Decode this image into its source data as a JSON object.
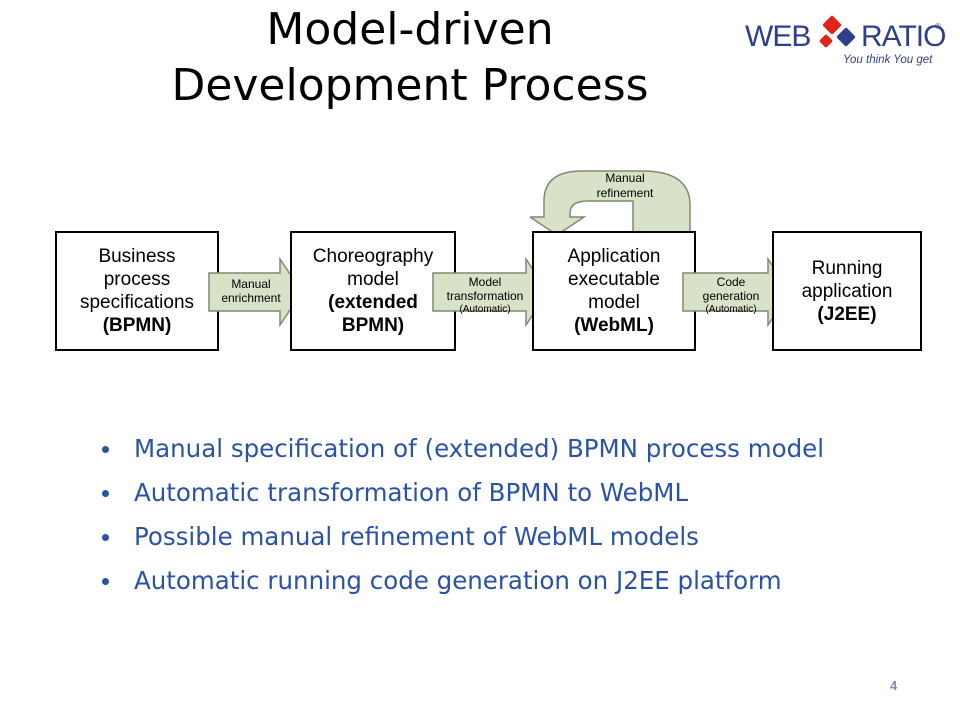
{
  "slide": {
    "title_line1": "Model-driven",
    "title_line2": "Development Process",
    "page_number": "4"
  },
  "logo": {
    "part1": "WEB",
    "part2": "RATIO",
    "registered": "®",
    "tagline": "You think You get",
    "colors": {
      "red": "#e2231a",
      "blue": "#2f3f8f"
    }
  },
  "diagram": {
    "boxes": [
      {
        "lines": [
          "Business",
          "process",
          "specifications"
        ],
        "bold": "(BPMN)"
      },
      {
        "lines": [
          "Choreography",
          "model"
        ],
        "bold_lines": [
          "(extended",
          "BPMN)"
        ]
      },
      {
        "lines": [
          "Application",
          "executable",
          "model"
        ],
        "bold": "(WebML)"
      },
      {
        "lines": [
          "Running",
          "application"
        ],
        "bold": "(J2EE)"
      }
    ],
    "arrows": [
      {
        "line1": "Manual",
        "line2": "enrichment",
        "auto": ""
      },
      {
        "line1": "Model",
        "line2": "transformation",
        "auto": "(Automatic)"
      },
      {
        "line1": "Code",
        "line2": "generation",
        "auto": "(Automatic)"
      }
    ],
    "loop": {
      "line1": "Manual",
      "line2": "refinement"
    },
    "arrow_fill": "#d8e2c8",
    "arrow_stroke": "#7f8a70"
  },
  "bullets": [
    "Manual specification of (extended)  BPMN process model",
    "Automatic transformation of BPMN to WebML",
    "Possible manual refinement of WebML models",
    "Automatic running code generation on J2EE platform"
  ],
  "colors": {
    "bullet_text": "#2a52a6"
  }
}
